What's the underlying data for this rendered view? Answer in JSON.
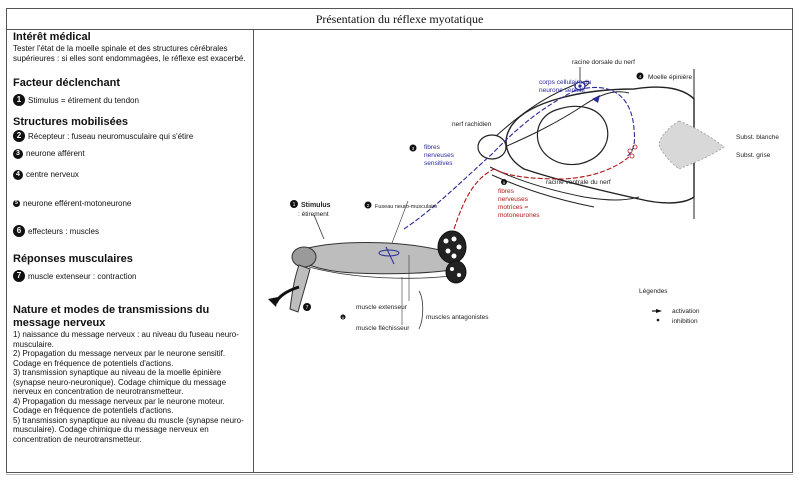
{
  "title": "Présentation du réflexe myotatique",
  "left": {
    "interet_title": "Intérêt médical",
    "interet_text": "Tester l'état de la moelle spinale et des structures cérébrales supérieures : si elles sont endommagées, le réflexe est exacerbé.",
    "facteur_title": "Facteur déclenchant",
    "facteur_item": {
      "num": "1",
      "text": "Stimulus = étirement du tendon"
    },
    "structures_title": "Structures mobilisées",
    "structures_items": [
      {
        "num": "2",
        "text": "Récepteur : fuseau neuromusculaire qui s'étire"
      },
      {
        "num": "3",
        "text": "neurone afférent"
      },
      {
        "num": "4",
        "text": "centre nerveux"
      },
      {
        "num": "5",
        "text": "neurone efférent-motoneurone"
      },
      {
        "num": "6",
        "text": "effecteurs : muscles"
      }
    ],
    "reponses_title": "Réponses musculaires",
    "reponses_item": {
      "num": "7",
      "text": "muscle extenseur : contraction"
    },
    "nature_title": "Nature et modes de transmissions du message nerveux",
    "nature_lines": [
      "1) naissance du message nerveux : au niveau du fuseau neuro-musculaire.",
      "2) Propagation du message nerveux par le neurone sensitif. Codage en fréquence de potentiels d'actions.",
      "3) transmission synaptique au niveau de la moelle épinière (synapse neuro-neuronique). Codage chimique du message nerveux en concentration de neurotransmetteur.",
      "4) Propagation du message nerveux par le neurone moteur. Codage en fréquence de potentiels d'actions.",
      "5) transmission synaptique au niveau du muscle (synapse neuro-musculaire). Codage chimique du message nerveux en concentration de neurotransmetteur."
    ]
  },
  "diagram": {
    "racine_dorsale": "racine dorsale du nerf",
    "corps_cellulaire": [
      "corps cellulaire du",
      "neurone sensitif"
    ],
    "moelle": "Moelle épinière",
    "moelle_num": "4",
    "nerf_rachidien": "nerf rachidien",
    "fibres_sensitives": [
      "fibres",
      "nerveuses",
      "sensitives"
    ],
    "fibres_sensitives_num": "3",
    "subst_blanche": "Subst. blanche",
    "subst_grise": "Subst. grise",
    "racine_ventrale": "racine ventrale du nerf",
    "fibres_motrices": [
      "fibres",
      "nerveuses",
      "motrices =",
      "motoneurones"
    ],
    "fibres_motrices_num": "5",
    "stimulus": "Stimulus",
    "stimulus_num": "1",
    "etirement": ": étirement",
    "fuseau": "Fuseau neuro-musculaire",
    "fuseau_num": "2",
    "muscle_extenseur": "muscle extenseur",
    "muscle_flechisseur": "muscle fléchisseur",
    "muscles_antagonistes": "muscles antagonistes",
    "num6": "6",
    "num7": "7",
    "legendes": "Légendes",
    "activation": "activation",
    "inhibition": "inhibition",
    "colors": {
      "sensory": "#2a2a9a",
      "motor": "#b01818",
      "ink": "#222222",
      "grey": "#cfcfcf"
    }
  }
}
